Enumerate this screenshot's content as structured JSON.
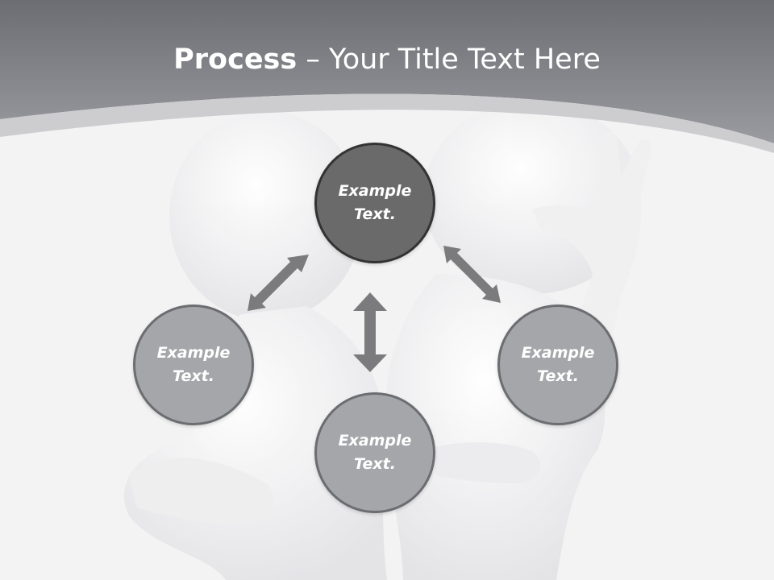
{
  "slide": {
    "title_bold": "Process",
    "title_rest": " – Your Title Text Here"
  },
  "nodes": {
    "top": {
      "line1": "Example",
      "line2": "Text."
    },
    "left": {
      "line1": "Example",
      "line2": "Text."
    },
    "right": {
      "line1": "Example",
      "line2": "Text."
    },
    "bottom": {
      "line1": "Example",
      "line2": "Text."
    }
  },
  "colors": {
    "header": "#8a8b90",
    "node_dark": "#6a6a6b",
    "node_light": "#a5a6a9",
    "arrow": "#7b7b7d"
  }
}
